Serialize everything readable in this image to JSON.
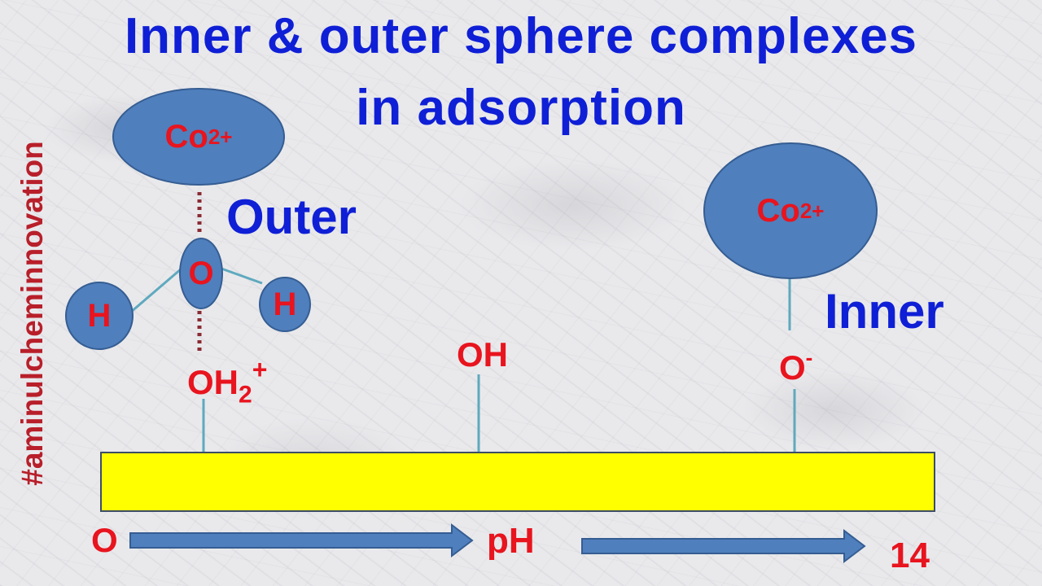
{
  "title": {
    "line1": "Inner & outer sphere complexes",
    "line2": "in adsorption"
  },
  "side_tag": "#aminulcheminnovation",
  "outer_label": "Outer",
  "inner_label": "Inner",
  "left_complex": {
    "ion": "Co",
    "charge": "2+",
    "water_oxygen": "O",
    "hydrogen_left": "H",
    "hydrogen_right": "H"
  },
  "right_complex": {
    "ion": "Co",
    "charge": "2+"
  },
  "surface_groups": {
    "oh2_base": "OH",
    "oh2_sub": "2",
    "oh2_sup": "+",
    "oh": "OH",
    "o_base": "O",
    "o_sup": "-"
  },
  "ph_scale": {
    "start": "O",
    "label": "pH",
    "end": "14"
  },
  "colors": {
    "title_blue": "#0f1fd6",
    "label_red": "#e8141e",
    "ellipse_blue": "#4f7fbd",
    "surface_yellow": "#ffff00",
    "side_tag_red": "#b81f2a"
  }
}
